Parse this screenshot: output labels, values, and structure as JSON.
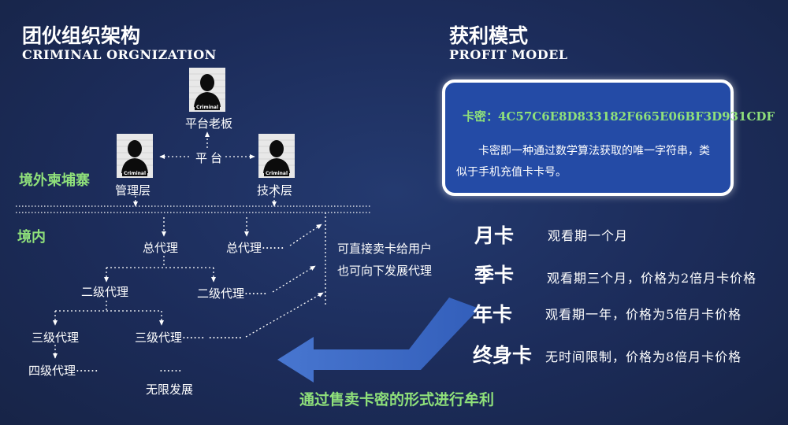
{
  "left": {
    "title_cn": "团伙组织架构",
    "title_en": "CRIMINAL ORGNIZATION",
    "overseas_label": "境外柬埔寨",
    "domestic_label": "境内",
    "mugshot_text": "Criminal",
    "boss": "平台老板",
    "platform": "平台",
    "management": "管理层",
    "tech": "技术层",
    "general_agent_1": "总代理",
    "general_agent_2": "总代理······",
    "level2_agent_1": "二级代理",
    "level2_agent_2": "二级代理······",
    "level3_agent_1": "三级代理",
    "level3_agent_2": "三级代理······  ·········",
    "level4_agent": "四级代理······",
    "ellipsis": "······",
    "unlimited": "无限发展",
    "note_line1": "可直接卖卡给用户",
    "note_line2": "也可向下发展代理"
  },
  "right": {
    "title_cn": "获利模式",
    "title_en": "PROFIT MODEL",
    "code_line": "卡密：4C57C6E8D833182F665E06BF3D931CDF",
    "desc_line": "卡密即一种通过数学算法获取的唯一字符串，类似于手机充值卡卡号。",
    "cards": [
      {
        "name": "月卡",
        "desc": "观看期一个月"
      },
      {
        "name": "季卡",
        "desc": "观看期三个月，价格为2倍月卡价格"
      },
      {
        "name": "年卡",
        "desc": "观看期一年，价格为5倍月卡价格"
      },
      {
        "name": "终身卡",
        "desc": "无时间限制，价格为8倍月卡价格"
      }
    ],
    "arrow_caption": "通过售卖卡密的形式进行牟利"
  },
  "colors": {
    "background": "#1c2c5a",
    "accent_green": "#8fe07a",
    "box_fill": "#244ba6",
    "arrow_fill": "#3f6cc9"
  }
}
